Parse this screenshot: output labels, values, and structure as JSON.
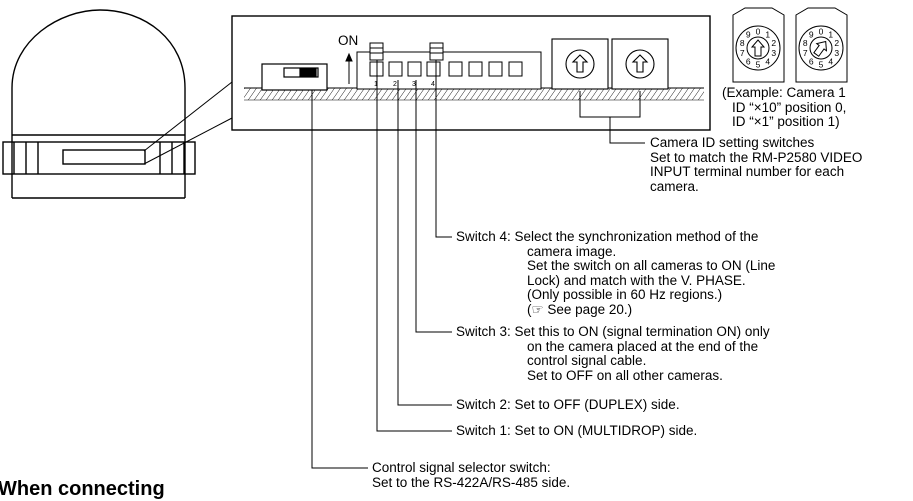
{
  "on_label": "ON",
  "dial_numbers": [
    "9",
    "0",
    "1",
    "2",
    "3",
    "4",
    "5",
    "6",
    "7",
    "8"
  ],
  "example": [
    "(Example: Camera 1",
    "ID “×10” position 0,",
    "ID “×1” position 1)"
  ],
  "camera_id": {
    "lines": [
      "Camera ID setting switches",
      "Set to match the RM-P2580 VIDEO",
      "INPUT terminal number for each",
      "camera."
    ]
  },
  "switch4": {
    "lines": [
      "Switch 4: Select the synchronization method of the",
      "camera image.",
      "Set the switch on all cameras to ON (Line",
      "Lock) and match with the V. PHASE.",
      "(Only possible in 60 Hz regions.)",
      "(☞ See page 20.)"
    ]
  },
  "switch3": {
    "lines": [
      "Switch 3: Set this to ON (signal termination ON) only",
      "on the camera placed at the end of the",
      "control signal cable.",
      "Set to OFF on all other cameras."
    ]
  },
  "switch2": {
    "text": "Switch 2: Set to OFF (DUPLEX) side."
  },
  "switch1": {
    "text": "Switch 1: Set to ON (MULTIDROP) side."
  },
  "selector": {
    "lines": [
      "Control signal selector switch:",
      "Set to the RS-422A/RS-485 side."
    ]
  },
  "heading": "When connecting"
}
